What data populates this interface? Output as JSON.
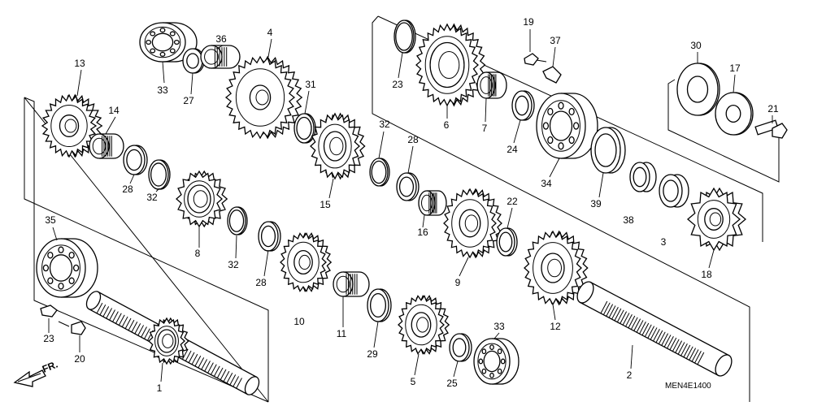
{
  "diagram": {
    "code": "MEN4E1400",
    "direction": "FR.",
    "callouts": [
      {
        "id": "c1",
        "text": "1"
      },
      {
        "id": "c2",
        "text": "2"
      },
      {
        "id": "c3",
        "text": "3"
      },
      {
        "id": "c4",
        "text": "4"
      },
      {
        "id": "c5",
        "text": "5"
      },
      {
        "id": "c6",
        "text": "6"
      },
      {
        "id": "c7",
        "text": "7"
      },
      {
        "id": "c8",
        "text": "8"
      },
      {
        "id": "c9",
        "text": "9"
      },
      {
        "id": "c10",
        "text": "10"
      },
      {
        "id": "c11",
        "text": "11"
      },
      {
        "id": "c12",
        "text": "12"
      },
      {
        "id": "c13",
        "text": "13"
      },
      {
        "id": "c14",
        "text": "14"
      },
      {
        "id": "c15",
        "text": "15"
      },
      {
        "id": "c16",
        "text": "16"
      },
      {
        "id": "c17",
        "text": "17"
      },
      {
        "id": "c18",
        "text": "18"
      },
      {
        "id": "c19",
        "text": "19"
      },
      {
        "id": "c20",
        "text": "20"
      },
      {
        "id": "c21",
        "text": "21"
      },
      {
        "id": "c22",
        "text": "22"
      },
      {
        "id": "c23a",
        "text": "23"
      },
      {
        "id": "c23b",
        "text": "23"
      },
      {
        "id": "c24",
        "text": "24"
      },
      {
        "id": "c25",
        "text": "25"
      },
      {
        "id": "c27",
        "text": "27"
      },
      {
        "id": "c28a",
        "text": "28"
      },
      {
        "id": "c28b",
        "text": "28"
      },
      {
        "id": "c28c",
        "text": "28"
      },
      {
        "id": "c29",
        "text": "29"
      },
      {
        "id": "c30",
        "text": "30"
      },
      {
        "id": "c31",
        "text": "31"
      },
      {
        "id": "c32a",
        "text": "32"
      },
      {
        "id": "c32b",
        "text": "32"
      },
      {
        "id": "c32c",
        "text": "32"
      },
      {
        "id": "c33a",
        "text": "33"
      },
      {
        "id": "c33b",
        "text": "33"
      },
      {
        "id": "c34",
        "text": "34"
      },
      {
        "id": "c35",
        "text": "35"
      },
      {
        "id": "c36",
        "text": "36"
      },
      {
        "id": "c37",
        "text": "37"
      },
      {
        "id": "c38",
        "text": "38"
      },
      {
        "id": "c39",
        "text": "39"
      }
    ]
  }
}
